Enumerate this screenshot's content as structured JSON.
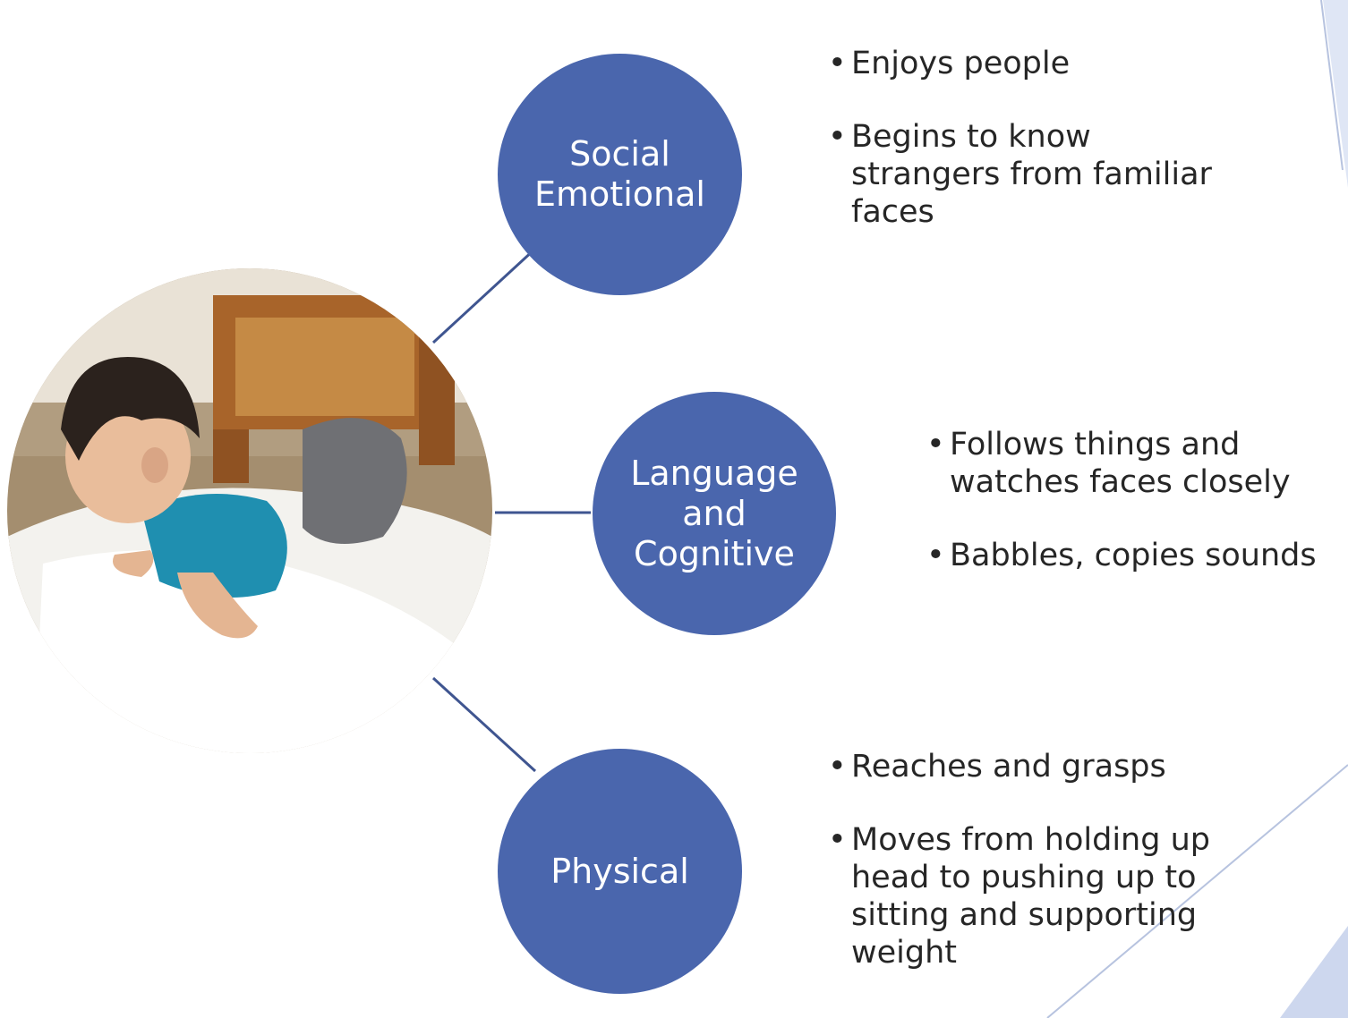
{
  "categories": [
    {
      "name": "Social Emotional",
      "label_lines": [
        "Social",
        "Emotional"
      ],
      "milestones": [
        "Enjoys people",
        "Begins to know strangers from familiar faces"
      ]
    },
    {
      "name": "Language and Cognitive",
      "label_lines": [
        "Language",
        "and",
        "Cognitive"
      ],
      "milestones": [
        "Follows things and watches faces closely",
        "Babbles, copies sounds"
      ]
    },
    {
      "name": "Physical",
      "label_lines": [
        "Physical"
      ],
      "milestones": [
        "Reaches and grasps",
        "Moves from holding up head to pushing up to sitting and supporting weight"
      ]
    }
  ],
  "colors": {
    "node_fill": "#4a66ad",
    "connector": "#3f5590",
    "text": "#262626",
    "accent_shape": "#cdd7ee",
    "accent_line": "#b7c3df"
  },
  "image": {
    "subject": "baby-tummy-time-photo"
  }
}
